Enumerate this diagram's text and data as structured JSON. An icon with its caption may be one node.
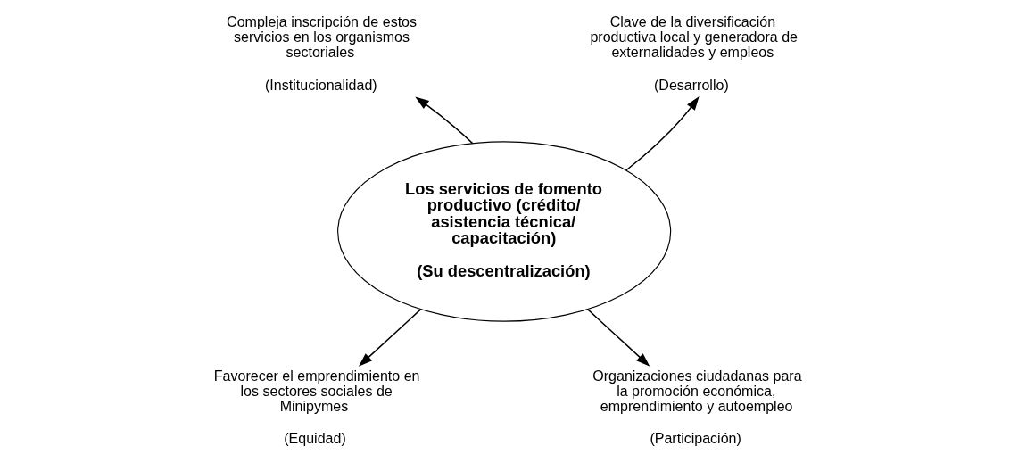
{
  "diagram": {
    "nodes": [
      {
        "text": [
          "Los servicios de fomento productivo (crédito/ asistencia técnica/ capacitación)",
          "(Su descentralización)"
        ]
      },
      {
        "text": [
          "Compleja inscripción de estos servicios en los organismos sectoriales",
          "(Institucionalidad)"
        ]
      },
      {
        "text": [
          "Clave de la diversificación productiva local y generadora de externalidades y empleos",
          "(Desarrollo)"
        ]
      },
      {
        "text": [
          "Favorecer el emprendimiento en los sectores sociales de Minipymes",
          "(Equidad)"
        ]
      },
      {
        "text": [
          "Organizaciones ciudadanas para la promoción económica, emprendimiento y autoempleo",
          "(Participación)"
        ]
      }
    ],
    "edges": [
      {
        "from": 0,
        "to": 1,
        "arrow": "to"
      },
      {
        "from": 0,
        "to": 2,
        "arrow": "to"
      },
      {
        "from": 0,
        "to": 3,
        "arrow": "to"
      },
      {
        "from": 0,
        "to": 4,
        "arrow": "to"
      }
    ]
  }
}
